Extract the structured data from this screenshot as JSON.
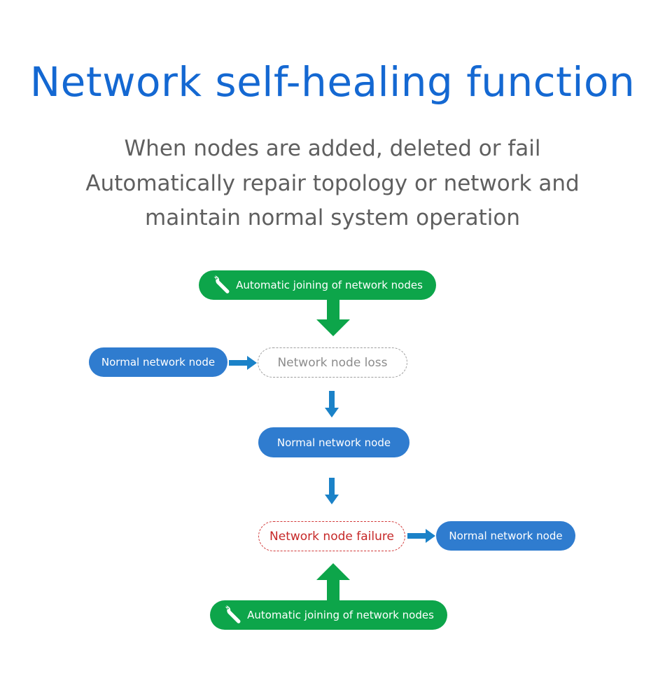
{
  "title": "Network self-healing function",
  "subtitle": {
    "line1": "When nodes are added, deleted or fail",
    "line2": "Automatically repair topology or network and",
    "line3": "maintain normal system operation"
  },
  "diagram": {
    "top_join": "Automatic joining of network nodes",
    "left_node": "Normal network node",
    "node_loss": "Network node loss",
    "middle_node": "Normal network node",
    "node_failure": "Network node failure",
    "right_node": "Normal network node",
    "bottom_join": "Automatic joining of network nodes"
  },
  "colors": {
    "title": "#1468d2",
    "green": "#0da54a",
    "blue": "#2f7ccf",
    "arrow_blue": "#1b82c8",
    "failure_red": "#d23a3a"
  },
  "icons": [
    "wrench-icon"
  ]
}
